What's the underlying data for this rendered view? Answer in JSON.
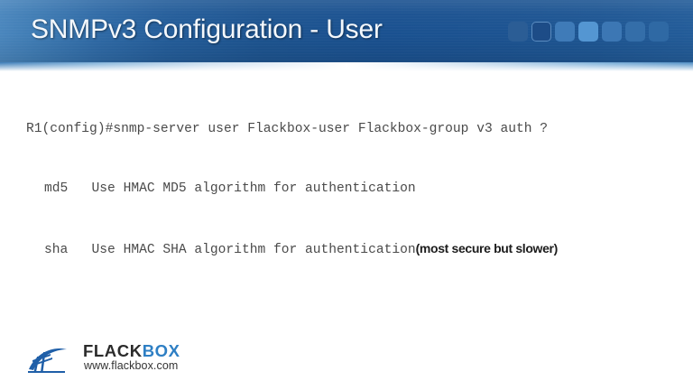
{
  "header": {
    "title": "SNMPv3 Configuration - User",
    "decoration": {
      "name": "progress-squares",
      "count": 7,
      "active_index": 4,
      "colors": [
        "#2b5d95",
        "#1d4c87",
        "#3f7bb8",
        "#5496d2",
        "#3c77b4",
        "#346ea9",
        "#2f69a4"
      ]
    },
    "colors": {
      "gradient_left": "#4a86bd",
      "gradient_mid": "#1a5190",
      "gradient_right": "#235c99",
      "title_color": "#f4f8fc"
    }
  },
  "cli": {
    "prompt_line": "R1(config)#snmp-server user Flackbox-user Flackbox-group v3 auth ?",
    "options": [
      {
        "keyword": "md5",
        "text": "md5   Use HMAC MD5 algorithm for authentication",
        "annotation": ""
      },
      {
        "keyword": "sha",
        "text": "sha   Use HMAC SHA algorithm for authentication",
        "annotation": "(most secure but slower)"
      }
    ],
    "text_color": "#4a4a4a",
    "annotation_color": "#1c1c1c"
  },
  "footer": {
    "logo": {
      "word_part_1": "FLACK",
      "word_part_2": "BOX",
      "url": "www.flackbox.com",
      "mark_color": "#1f5fa8",
      "word_part_1_color": "#2b2b2b",
      "word_part_2_color": "#2e7fc4"
    }
  }
}
